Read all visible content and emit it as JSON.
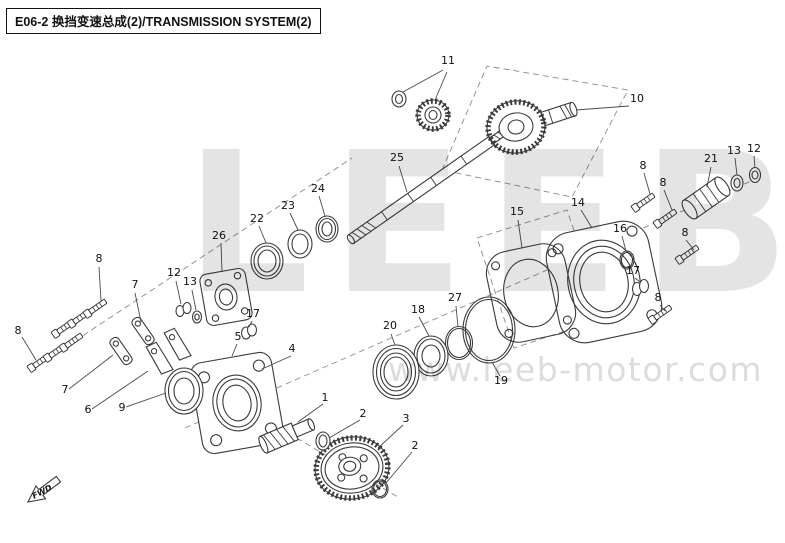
{
  "page": {
    "title": "E06-2 换挡变速总成(2)/TRANSMISSION SYSTEM(2)"
  },
  "watermark": {
    "brand": "LEEB",
    "site": "www.leeb-motor.com"
  },
  "fwd_label": "FWD",
  "parts": {
    "p1": "1",
    "p2a": "2",
    "p2b": "2",
    "p3": "3",
    "p4": "4",
    "p5": "5",
    "p6": "6",
    "p7a": "7",
    "p7b": "7",
    "p8a": "8",
    "p8b": "8",
    "p8c": "8",
    "p8d": "8",
    "p8e": "8",
    "p8f": "8",
    "p9": "9",
    "p10": "10",
    "p11": "11",
    "p12a": "12",
    "p12b": "12",
    "p13a": "13",
    "p13b": "13",
    "p14": "14",
    "p15": "15",
    "p16": "16",
    "p17a": "17",
    "p17b": "17",
    "p18": "18",
    "p19": "19",
    "p20": "20",
    "p21": "21",
    "p22": "22",
    "p23": "23",
    "p24": "24",
    "p25": "25",
    "p26": "26",
    "p27": "27"
  }
}
